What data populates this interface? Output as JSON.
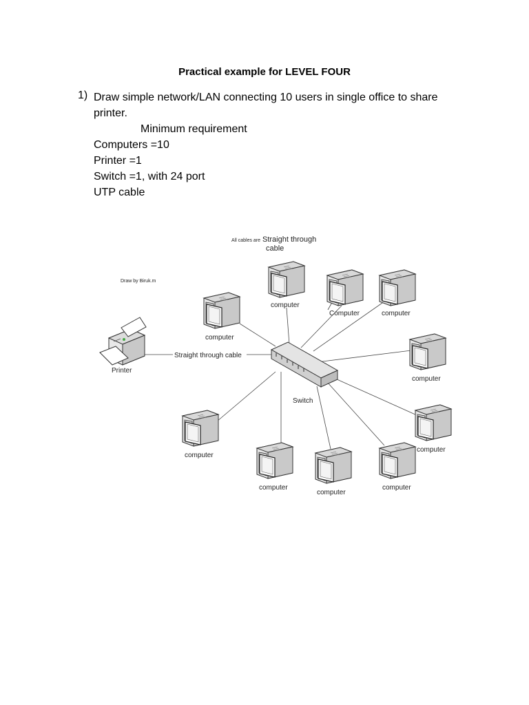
{
  "document": {
    "title": "Practical example for LEVEL FOUR",
    "task": {
      "number": "1)",
      "lines": [
        "Draw simple network/LAN connecting 10 users in single office to share",
        "printer.",
        "Minimum requirement",
        "Computers =10",
        "Printer =1",
        "Switch =1, with 24 port",
        "UTP cable"
      ]
    }
  },
  "diagram": {
    "note_small": "All cables are",
    "note_large_1": "Straight through",
    "note_large_2": "cable",
    "author": "Draw by Biruk.m",
    "printer_label": "Printer",
    "printer_cable_label": "Straight through cable",
    "switch_label": "Switch",
    "computer_label": "computer",
    "computer_label_cap": "Computer"
  }
}
